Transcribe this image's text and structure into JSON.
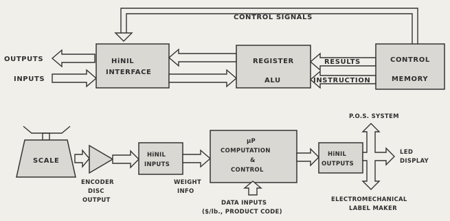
{
  "top": {
    "control_signals": "CONTROL SIGNALS",
    "outputs": "OUTPUTS",
    "inputs": "INPUTS",
    "interface_line1": "HiNIL",
    "interface_line2": "INTERFACE",
    "register": "REGISTER",
    "alu": "ALU",
    "results": "RESULTS",
    "instruction": "INSTRUCTION",
    "control": "CONTROL",
    "memory": "MEMORY"
  },
  "bottom": {
    "scale": "SCALE",
    "encoder_line1": "ENCODER",
    "encoder_line2": "DISC",
    "encoder_line3": "OUTPUT",
    "hinil_inputs_line1": "HiNIL",
    "hinil_inputs_line2": "INPUTS",
    "weight_line1": "WEIGHT",
    "weight_line2": "INFO",
    "up_line1": "μP",
    "up_line2": "COMPUTATION",
    "up_line3": "&",
    "up_line4": "CONTROL",
    "data_inputs_line1": "DATA INPUTS",
    "data_inputs_line2": "($/lb., PRODUCT CODE)",
    "hinil_outputs_line1": "HiNIL",
    "hinil_outputs_line2": "OUTPUTS",
    "pos_system": "P.O.S. SYSTEM",
    "led_line1": "LED",
    "led_line2": "DISPLAY",
    "label_line1": "ELECTROMECHANICAL",
    "label_line2": "LABEL MAKER"
  }
}
